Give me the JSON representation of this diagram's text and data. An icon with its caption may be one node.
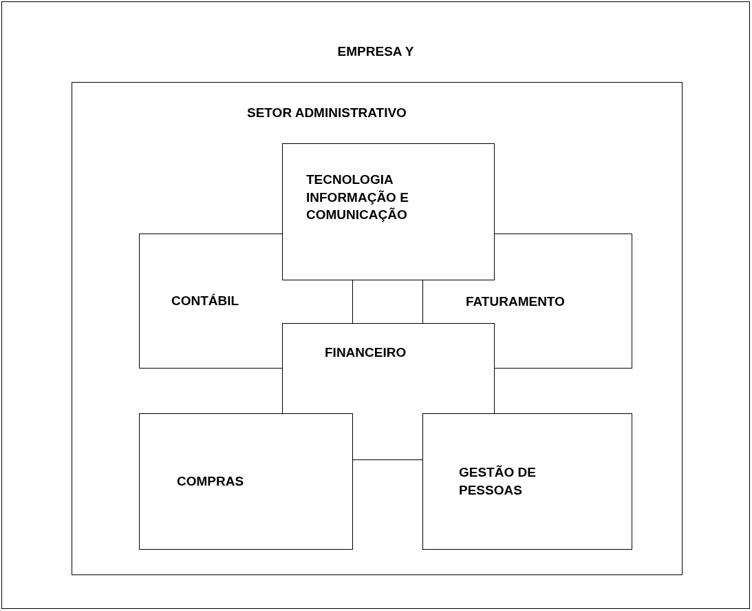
{
  "diagram": {
    "title": "EMPRESA Y",
    "nodes": [
      {
        "text": [
          "SETOR ADMINISTRATIVO"
        ]
      },
      {
        "text": [
          "TECNOLOGIA INFORMAÇÃO E COMUNICAÇÃO"
        ],
        "in": 0
      },
      {
        "text": [
          "CONTÁBIL"
        ],
        "in": 0
      },
      {
        "text": [
          "FATURAMENTO"
        ],
        "in": 0
      },
      {
        "text": [
          "FINANCEIRO"
        ],
        "in": 0
      },
      {
        "text": [
          "COMPRAS"
        ],
        "in": 0
      },
      {
        "text": [
          "GESTÃO DE PESSOAS"
        ],
        "in": 0
      }
    ]
  }
}
